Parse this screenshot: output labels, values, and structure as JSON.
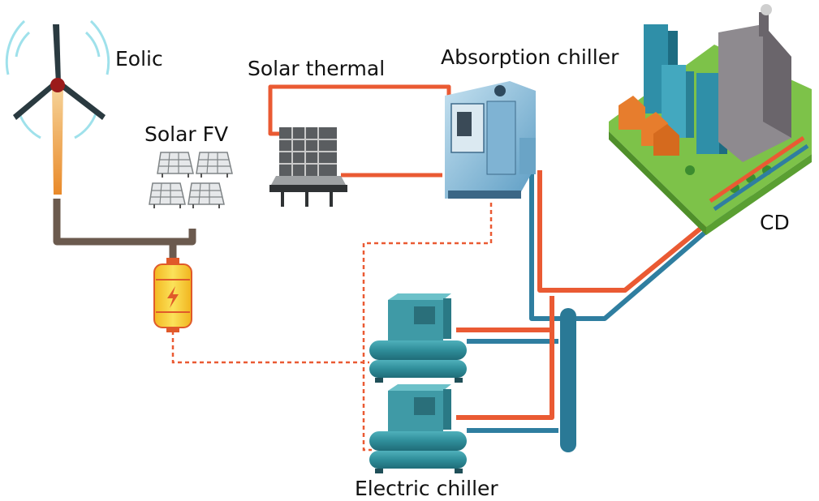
{
  "labels": {
    "eolic": "Eolic",
    "solar_fv": "Solar FV",
    "solar_thermal": "Solar thermal",
    "absorption_chiller": "Absorption chiller",
    "cd": "CD",
    "electric_chiller": "Electric chiller"
  },
  "colors": {
    "hot_pipe": "#ea5a33",
    "cold_pipe": "#2f7ea0",
    "power_cable": "#6b5a4e",
    "battery": "#f7cd2e",
    "chiller_body": "#3f9aa6",
    "absorption_body": "#8fc2dd",
    "district_ground": "#7dc249"
  },
  "icons": [
    "wind-turbine-icon",
    "solar-pv-icon",
    "solar-thermal-collector-icon",
    "absorption-chiller-icon",
    "city-district-icon",
    "battery-icon",
    "electric-chiller-icon"
  ]
}
